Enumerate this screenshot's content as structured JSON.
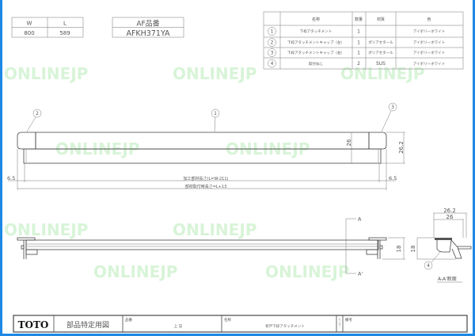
{
  "size_table": {
    "headers": [
      "W",
      "L"
    ],
    "values": [
      "800",
      "589"
    ]
  },
  "af_table": {
    "header": "AF品番",
    "value": "AFKH371YA"
  },
  "parts_table": {
    "headers": [
      "",
      "名称",
      "数量",
      "材質",
      "色"
    ],
    "rows": [
      {
        "no": "1",
        "name": "下枠アタッチメント",
        "qty": "1",
        "material": "",
        "color": "アイボリーホワイト"
      },
      {
        "no": "2",
        "name": "下枠アタッチメントキャップ（左）",
        "qty": "1",
        "material": "ポリアセタール",
        "color": "アイボリーホワイト"
      },
      {
        "no": "3",
        "name": "下枠アタッチメントキャップ（右）",
        "qty": "1",
        "material": "ポリアセタール",
        "color": "アイボリーホワイト"
      },
      {
        "no": "4",
        "name": "取付ねじ",
        "qty": "2",
        "material": "SUS",
        "color": "アイボリーホワイト"
      }
    ]
  },
  "callouts": [
    "2",
    "1",
    "3",
    "4"
  ],
  "dimensions": {
    "left_offset": "6.5",
    "right_offset": "6.5",
    "height_inner": "26",
    "height_outer": "26.2",
    "processed_length": "加工部材長さ(L=W-211)",
    "installed_length": "部材取付時長さ=L+13",
    "side_height": "18",
    "section_height": "18",
    "section_width_outer": "26.2",
    "section_width_inner": "26"
  },
  "section_marks": {
    "top": "A",
    "bottom": "A'",
    "caption": "A-A'断面"
  },
  "watermark": "ONLINEJP",
  "title_block": {
    "brand": "TOTO",
    "doc_type": "部品特定用図",
    "part_no_label": "品番",
    "part_no_value": "上 記",
    "name_label": "名称",
    "name_value": "折戸下枠アタッチメント",
    "maker_label": "メーカー",
    "remarks_label": "備考"
  },
  "colors": {
    "frame_border": "#1e88e5",
    "watermark": "#c8f0c8"
  }
}
